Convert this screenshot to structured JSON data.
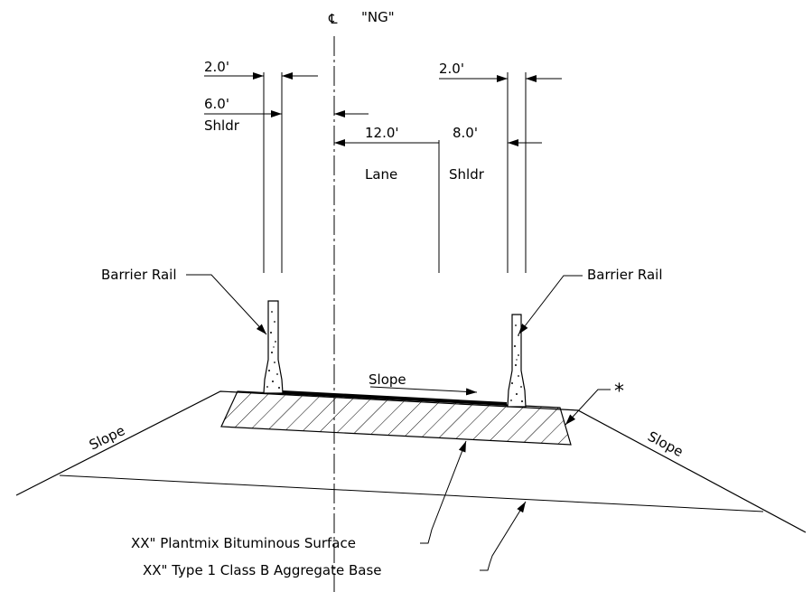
{
  "centerline": {
    "symbol": "℄",
    "label": "\"NG\""
  },
  "dims": {
    "left_rail_width": "2.0'",
    "left_shoulder": "6.0'",
    "left_shoulder_label": "Shldr",
    "lane": "12.0'",
    "lane_label": "Lane",
    "right_shoulder": "8.0'",
    "right_shoulder_label": "Shldr",
    "right_rail_width": "2.0'"
  },
  "labels": {
    "barrier_rail_left": "Barrier Rail",
    "barrier_rail_right": "Barrier Rail",
    "slope_surface": "Slope",
    "slope_left": "Slope",
    "slope_right": "Slope",
    "asterisk": "*",
    "surface": "XX\" Plantmix Bituminous Surface",
    "base": "XX\" Type 1 Class B Aggregate Base"
  }
}
